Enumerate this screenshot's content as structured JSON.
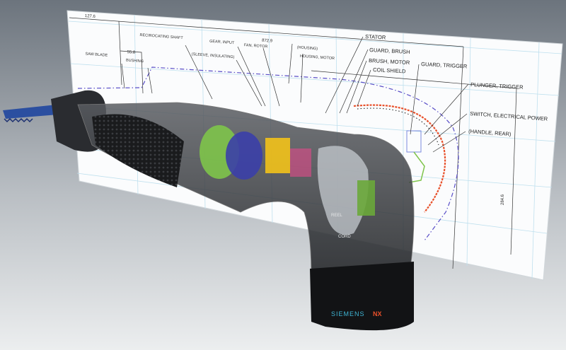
{
  "dimensions": {
    "top_left": "127.6",
    "top_overall": "872.9",
    "bushing_width": "55.8",
    "height_right": "284.6"
  },
  "callouts": {
    "saw_blade": "SAW BLADE",
    "bushing": "BUSHING",
    "reciprocating_shaft": "RECIROCATING SHAFT",
    "sleeve_insulating": "(SLEEVE, INSULATING)",
    "gear_input": "GEAR, INPUT",
    "fan_rotor": "FAN, ROTOR",
    "housing": "(HOUSING)",
    "housing_motor": "HOUSING, MOTOR",
    "stator": "STATOR",
    "guard_brush": "GUARD, BRUSH",
    "brush_motor": "BRUSH, MOTOR",
    "coil_shield": "COIL SHIELD",
    "guard_trigger": "GUARD, TRIGGER",
    "plunger_trigger": "PLUNGER, TRIGGER",
    "switch_power": "SWITCH, ELECTRICAL POWER",
    "handle_rear": "(HANDLE, REAR)",
    "reel": "REEL",
    "cord": "CORD"
  },
  "logo": {
    "brand": "SIEMENS",
    "product": "NX",
    "brand_color": "#3fb6d6",
    "product_color": "#e8502a"
  },
  "colors": {
    "background_top": "#6f7780",
    "background_bottom": "#e4e6e8",
    "outline_dashes": "#5a4fc8",
    "wire": "#e8502a",
    "gear_green": "#7ec44a",
    "part_yellow": "#f2c21a"
  }
}
